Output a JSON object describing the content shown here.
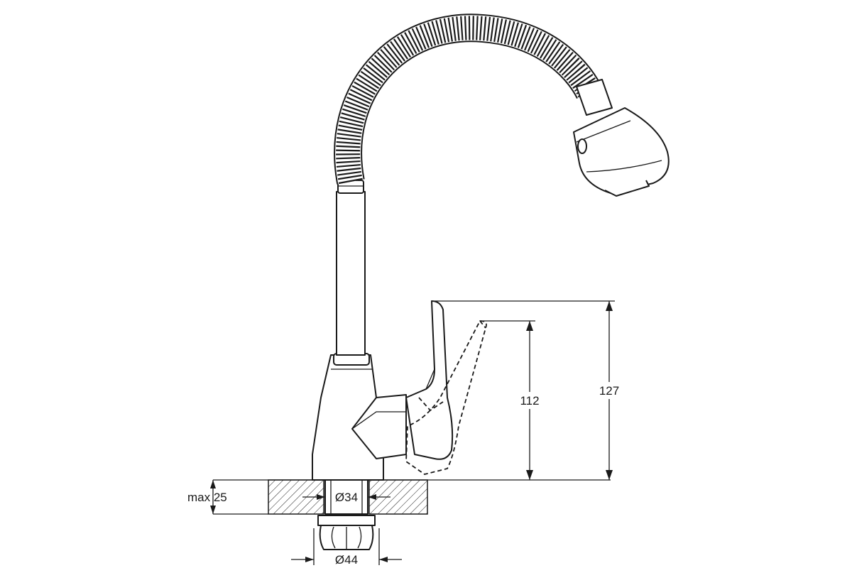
{
  "dimensions": {
    "max_depth": "max 25",
    "diameter_34": "Ø34",
    "diameter_44": "Ø44",
    "height_112": "112",
    "height_127": "127"
  }
}
